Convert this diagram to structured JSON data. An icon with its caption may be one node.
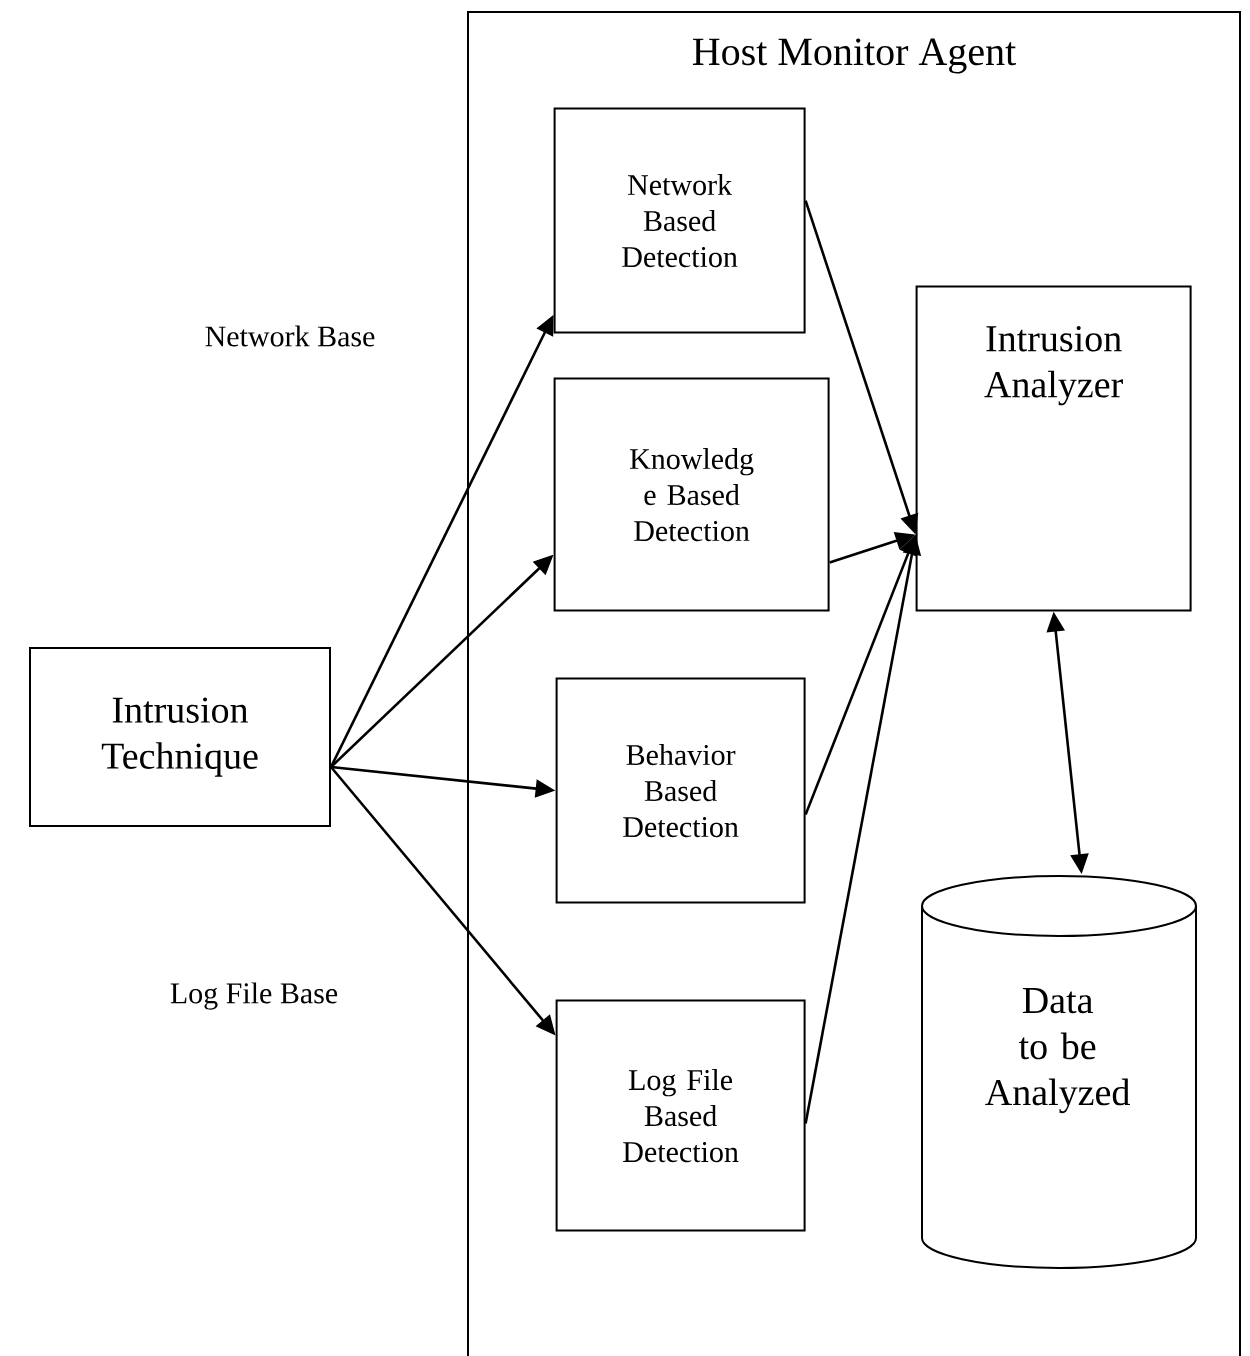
{
  "diagram": {
    "nodes": [
      {
        "text": [
          "Host Monitor Agent"
        ]
      },
      {
        "text": [
          "Network Based Detection"
        ],
        "in": 0
      },
      {
        "text": [
          "Knowledg e Based Detection"
        ],
        "in": 0
      },
      {
        "text": [
          "Behavior Based Detection"
        ],
        "in": 0
      },
      {
        "text": [
          "Log File Based Detection"
        ],
        "in": 0
      },
      {
        "text": [
          "Intrusion Analyzer"
        ],
        "in": 0
      },
      {
        "text": [
          "Data to be Analyzed"
        ],
        "in": 0
      },
      {
        "text": [
          "Intrusion Technique"
        ]
      }
    ],
    "edges": [
      {
        "from": 7,
        "to": 1,
        "arrow": "to"
      },
      {
        "from": 7,
        "to": 2,
        "arrow": "to"
      },
      {
        "from": 7,
        "to": 3,
        "arrow": "to"
      },
      {
        "from": 7,
        "to": 4,
        "arrow": "to"
      },
      {
        "from": 1,
        "to": 5,
        "arrow": "to"
      },
      {
        "from": 2,
        "to": 5,
        "arrow": "to"
      },
      {
        "from": 3,
        "to": 5,
        "arrow": "to"
      },
      {
        "from": 4,
        "to": 5,
        "arrow": "to"
      },
      {
        "from": 5,
        "to": 6,
        "arrow": "both"
      }
    ],
    "labels": [
      "Network Base",
      "Log File Base"
    ]
  }
}
